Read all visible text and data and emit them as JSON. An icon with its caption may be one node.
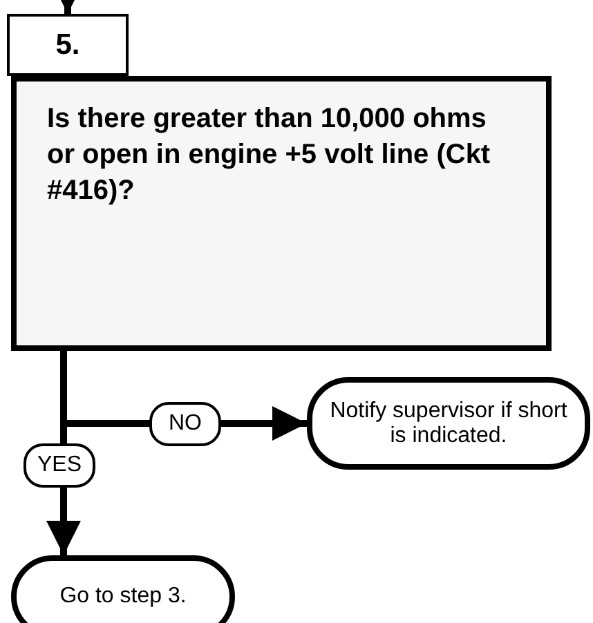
{
  "diagram": {
    "nodes": [
      {
        "text": [
          "5."
        ]
      },
      {
        "text": [
          "Is there greater than 10,000 ohms or open in engine +5 volt line (Ckt #416)?"
        ]
      },
      {
        "text": [
          "Notify supervisor if short is indicated."
        ]
      },
      {
        "text": [
          "Go to step 3."
        ]
      }
    ],
    "edges": [
      {
        "from": null,
        "to": 0,
        "arrow": "to"
      },
      {
        "from": 1,
        "to": 2,
        "arrow": "to",
        "label": "NO"
      },
      {
        "from": 1,
        "to": 3,
        "arrow": "to",
        "label": "YES"
      }
    ]
  }
}
